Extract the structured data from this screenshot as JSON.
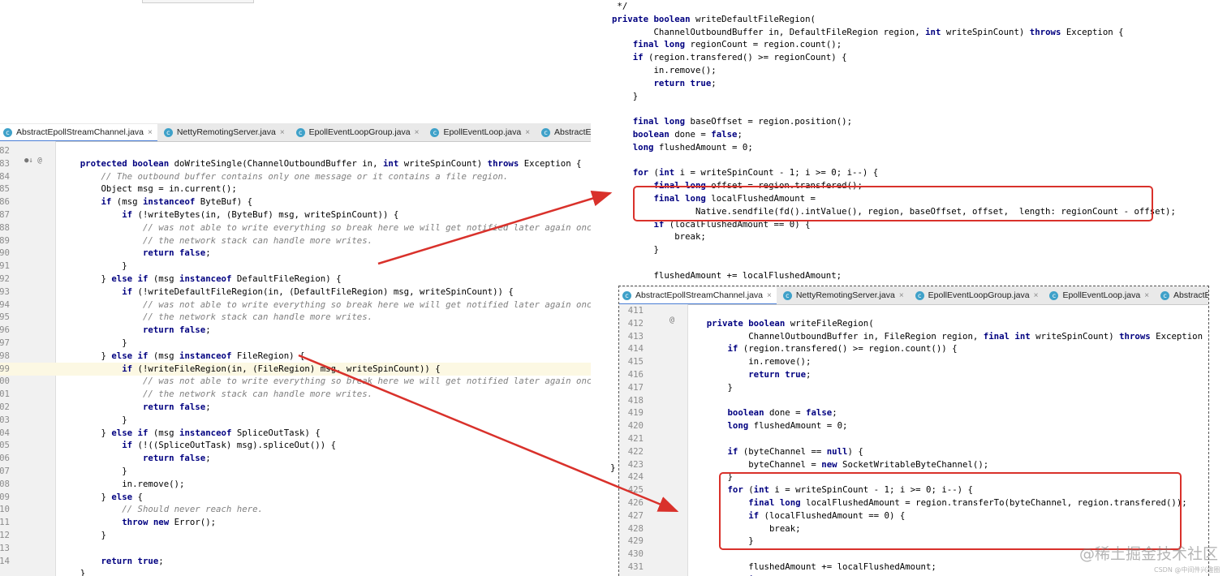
{
  "top_left_stub": "",
  "left_panel": {
    "tabs": [
      {
        "label": "AbstractEpollStreamChannel.java",
        "icon": "c-class-icon",
        "active": true
      },
      {
        "label": "NettyRemotingServer.java",
        "icon": "c-class-icon",
        "active": false
      },
      {
        "label": "EpollEventLoopGroup.java",
        "icon": "c-class-icon",
        "active": false
      },
      {
        "label": "EpollEventLoop.java",
        "icon": "c-class-icon",
        "active": false
      },
      {
        "label": "AbstractEpollCh",
        "icon": "c-class-icon",
        "active": false
      }
    ],
    "lines": [
      {
        "n": "82",
        "t": ""
      },
      {
        "n": "83",
        "t": "    protected boolean doWriteSingle(ChannelOutboundBuffer in, int writeSpinCount) throws Exception {"
      },
      {
        "n": "84",
        "t": "        // The outbound buffer contains only one message or it contains a file region."
      },
      {
        "n": "85",
        "t": "        Object msg = in.current();"
      },
      {
        "n": "86",
        "t": "        if (msg instanceof ByteBuf) {"
      },
      {
        "n": "87",
        "t": "            if (!writeBytes(in, (ByteBuf) msg, writeSpinCount)) {"
      },
      {
        "n": "88",
        "t": "                // was not able to write everything so break here we will get notified later again once"
      },
      {
        "n": "89",
        "t": "                // the network stack can handle more writes."
      },
      {
        "n": "90",
        "t": "                return false;"
      },
      {
        "n": "91",
        "t": "            }"
      },
      {
        "n": "92",
        "t": "        } else if (msg instanceof DefaultFileRegion) {"
      },
      {
        "n": "93",
        "t": "            if (!writeDefaultFileRegion(in, (DefaultFileRegion) msg, writeSpinCount)) {"
      },
      {
        "n": "94",
        "t": "                // was not able to write everything so break here we will get notified later again once"
      },
      {
        "n": "95",
        "t": "                // the network stack can handle more writes."
      },
      {
        "n": "96",
        "t": "                return false;"
      },
      {
        "n": "97",
        "t": "            }"
      },
      {
        "n": "98",
        "t": "        } else if (msg instanceof FileRegion) {"
      },
      {
        "n": "99",
        "t": "            if (!writeFileRegion(in, (FileRegion) msg, writeSpinCount)) {"
      },
      {
        "n": "00",
        "t": "                // was not able to write everything so break here we will get notified later again once"
      },
      {
        "n": "01",
        "t": "                // the network stack can handle more writes."
      },
      {
        "n": "02",
        "t": "                return false;"
      },
      {
        "n": "03",
        "t": "            }"
      },
      {
        "n": "04",
        "t": "        } else if (msg instanceof SpliceOutTask) {"
      },
      {
        "n": "05",
        "t": "            if (!((SpliceOutTask) msg).spliceOut()) {"
      },
      {
        "n": "06",
        "t": "                return false;"
      },
      {
        "n": "07",
        "t": "            }"
      },
      {
        "n": "08",
        "t": "            in.remove();"
      },
      {
        "n": "09",
        "t": "        } else {"
      },
      {
        "n": "10",
        "t": "            // Should never reach here."
      },
      {
        "n": "11",
        "t": "            throw new Error();"
      },
      {
        "n": "12",
        "t": "        }"
      },
      {
        "n": "13",
        "t": ""
      },
      {
        "n": "14",
        "t": "        return true;"
      },
      {
        "n": "",
        "t": "    }"
      }
    ],
    "highlight_line": "99"
  },
  "top_right_panel": {
    "lines": [
      {
        "t": " */"
      },
      {
        "t": "private boolean writeDefaultFileRegion("
      },
      {
        "t": "        ChannelOutboundBuffer in, DefaultFileRegion region, int writeSpinCount) throws Exception {"
      },
      {
        "t": "    final long regionCount = region.count();"
      },
      {
        "t": "    if (region.transfered() >= regionCount) {"
      },
      {
        "t": "        in.remove();"
      },
      {
        "t": "        return true;"
      },
      {
        "t": "    }"
      },
      {
        "t": ""
      },
      {
        "t": "    final long baseOffset = region.position();"
      },
      {
        "t": "    boolean done = false;"
      },
      {
        "t": "    long flushedAmount = 0;"
      },
      {
        "t": ""
      },
      {
        "t": "    for (int i = writeSpinCount - 1; i >= 0; i--) {"
      },
      {
        "t": "        final long offset = region.transfered();"
      },
      {
        "t": "        final long localFlushedAmount ="
      },
      {
        "t": "                Native.sendfile(fd().intValue(), region, baseOffset, offset,  length: regionCount - offset);"
      },
      {
        "t": "        if (localFlushedAmount == 0) {"
      },
      {
        "t": "            break;"
      },
      {
        "t": "        }"
      },
      {
        "t": ""
      },
      {
        "t": "        flushedAmount += localFlushedAmount;"
      }
    ],
    "closing_brace": "}"
  },
  "bottom_right_panel": {
    "tabs": [
      {
        "label": "AbstractEpollStreamChannel.java",
        "icon": "c-class-icon",
        "active": true
      },
      {
        "label": "NettyRemotingServer.java",
        "icon": "c-class-icon",
        "active": false
      },
      {
        "label": "EpollEventLoopGroup.java",
        "icon": "c-class-icon",
        "active": false
      },
      {
        "label": "EpollEventLoop.java",
        "icon": "c-class-icon",
        "active": false
      },
      {
        "label": "AbstractEp",
        "icon": "c-class-icon",
        "active": false
      }
    ],
    "lines": [
      {
        "n": "411",
        "t": ""
      },
      {
        "n": "412",
        "t": "    private boolean writeFileRegion("
      },
      {
        "n": "413",
        "t": "            ChannelOutboundBuffer in, FileRegion region, final int writeSpinCount) throws Exception {"
      },
      {
        "n": "414",
        "t": "        if (region.transfered() >= region.count()) {"
      },
      {
        "n": "415",
        "t": "            in.remove();"
      },
      {
        "n": "416",
        "t": "            return true;"
      },
      {
        "n": "417",
        "t": "        }"
      },
      {
        "n": "418",
        "t": ""
      },
      {
        "n": "419",
        "t": "        boolean done = false;"
      },
      {
        "n": "420",
        "t": "        long flushedAmount = 0;"
      },
      {
        "n": "421",
        "t": ""
      },
      {
        "n": "422",
        "t": "        if (byteChannel == null) {"
      },
      {
        "n": "423",
        "t": "            byteChannel = new SocketWritableByteChannel();"
      },
      {
        "n": "424",
        "t": "        }"
      },
      {
        "n": "425",
        "t": "        for (int i = writeSpinCount - 1; i >= 0; i--) {"
      },
      {
        "n": "426",
        "t": "            final long localFlushedAmount = region.transferTo(byteChannel, region.transfered());"
      },
      {
        "n": "427",
        "t": "            if (localFlushedAmount == 0) {"
      },
      {
        "n": "428",
        "t": "                break;"
      },
      {
        "n": "429",
        "t": "            }"
      },
      {
        "n": "430",
        "t": ""
      },
      {
        "n": "431",
        "t": "            flushedAmount += localFlushedAmount;"
      },
      {
        "n": "432",
        "t": "            if (region.transfered() >= region.count()) {"
      }
    ]
  },
  "watermark": "@稀土掘金技术社区",
  "watermark_small": "CSDN @中间件兴趣圈",
  "colors": {
    "annotation_red": "#d9312b",
    "highlight": "#fcf8e3",
    "gutter": "#f1f1f1",
    "tab_bar": "#e9e9e9"
  }
}
